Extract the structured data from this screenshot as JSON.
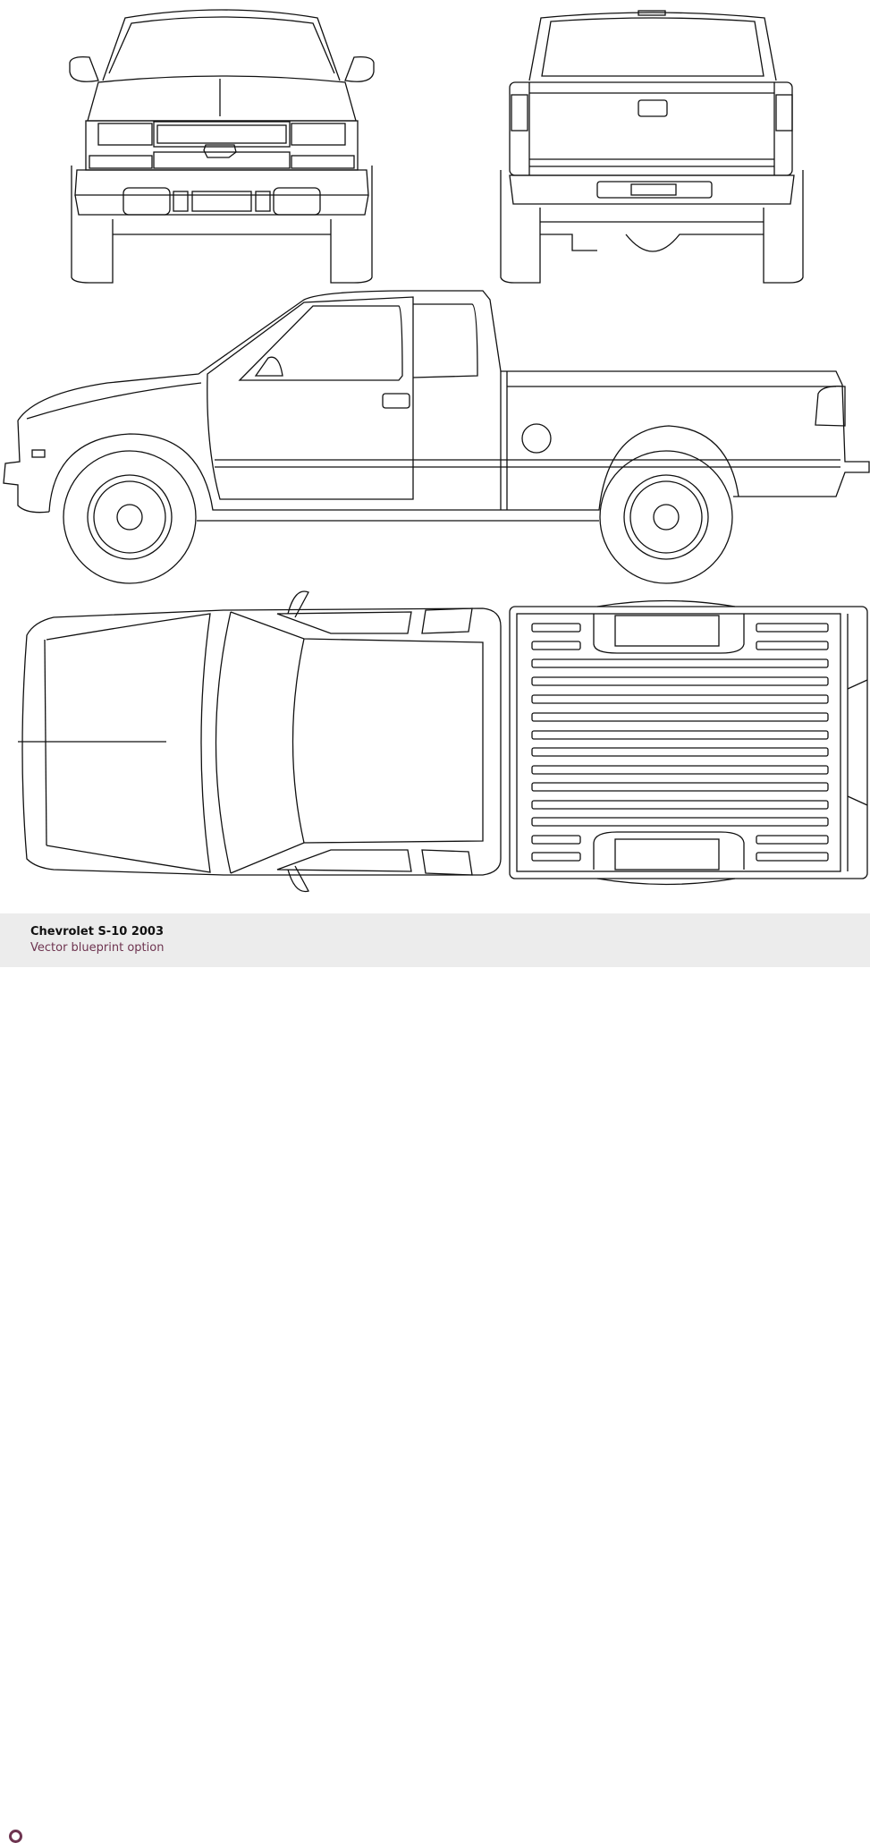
{
  "caption": {
    "title": "Chevrolet S-10 2003",
    "subtitle": "Vector blueprint option",
    "accent_color": "#6e3450",
    "bullet_icon": "ring-icon"
  },
  "views": [
    "front",
    "rear",
    "side",
    "top"
  ]
}
